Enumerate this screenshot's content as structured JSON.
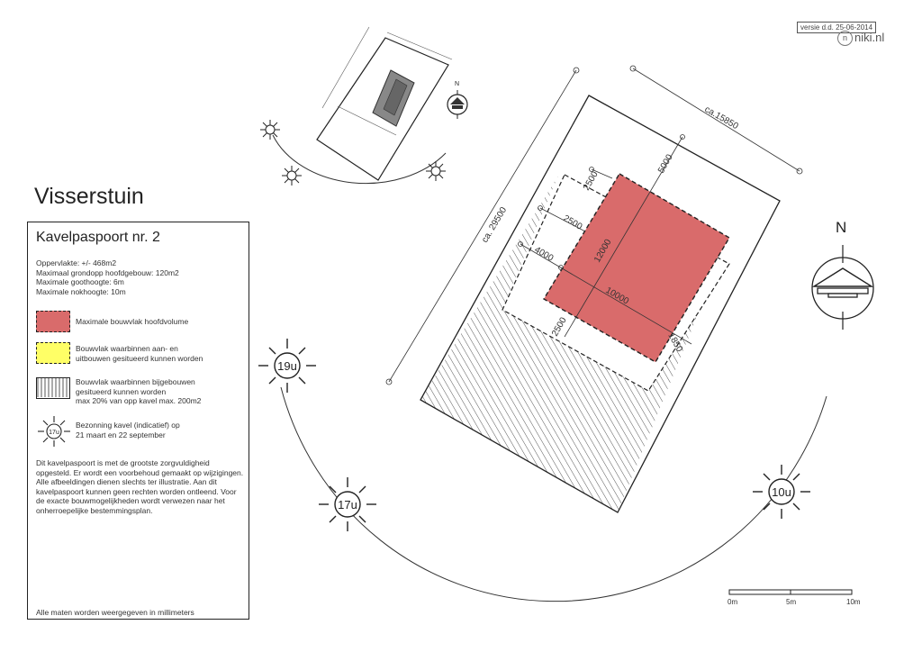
{
  "header": {
    "version": "versie d.d. 25-06-2014",
    "logo_text": "niki.nl"
  },
  "title": "Visserstuin",
  "panel": {
    "title": "Kavelpaspoort nr. 2",
    "facts": [
      "Oppervlakte: +/- 468m2",
      "Maximaal grondopp hoofdgebouw: 120m2",
      "Maximale goothoogte: 6m",
      "Maximale nokhoogte: 10m"
    ],
    "legend": [
      {
        "lines": [
          "Maximale bouwvlak hoofdvolume"
        ],
        "color": "#d96b6b"
      },
      {
        "lines": [
          "Bouwvlak waarbinnen aan- en",
          "uitbouwen gesitueerd kunnen worden"
        ],
        "color": "#ffff66"
      },
      {
        "lines": [
          "Bouwvlak waarbinnen bijgebouwen",
          "gesitueerd kunnen worden",
          "max 20% van opp kavel max. 200m2"
        ],
        "color": "hatch"
      },
      {
        "lines": [
          "Bezonning kavel (indicatief) op",
          "21  maart en 22 september"
        ],
        "color": "sun"
      }
    ],
    "legend_sun_label": "17u",
    "disclaimer": "Dit kavelpaspoort is met de grootste zorgvuldigheid opgesteld. Er wordt een voorbehoud gemaakt op wijzigingen. Alle afbeeldingen dienen slechts ter illustratie. Aan dit kavelpaspoort kunnen geen rechten worden ontleend. Voor de exacte bouwmogelijkheden wordt verwezen naar het onherroepelijke bestemmingsplan.",
    "footer_note": "Alle maten worden weergegeven in millimeters"
  },
  "plan": {
    "dimensions": {
      "length": "ca. 29500",
      "width": "ca.15850",
      "front_setback": "2500",
      "side_setback_1": "2500",
      "side_setback_2": "4000",
      "building_length": "12000",
      "building_width": "10000",
      "rear_setback": "5000",
      "bottom_offset": "2500",
      "right_offset": "1850"
    },
    "sun_positions": [
      "19u",
      "17u",
      "10u"
    ],
    "north_label": "N",
    "small_north_label": "N"
  },
  "scale_bar": {
    "labels": [
      "0m",
      "5m",
      "10m"
    ]
  },
  "colors": {
    "building": "#d96b6b",
    "line": "#222222"
  }
}
